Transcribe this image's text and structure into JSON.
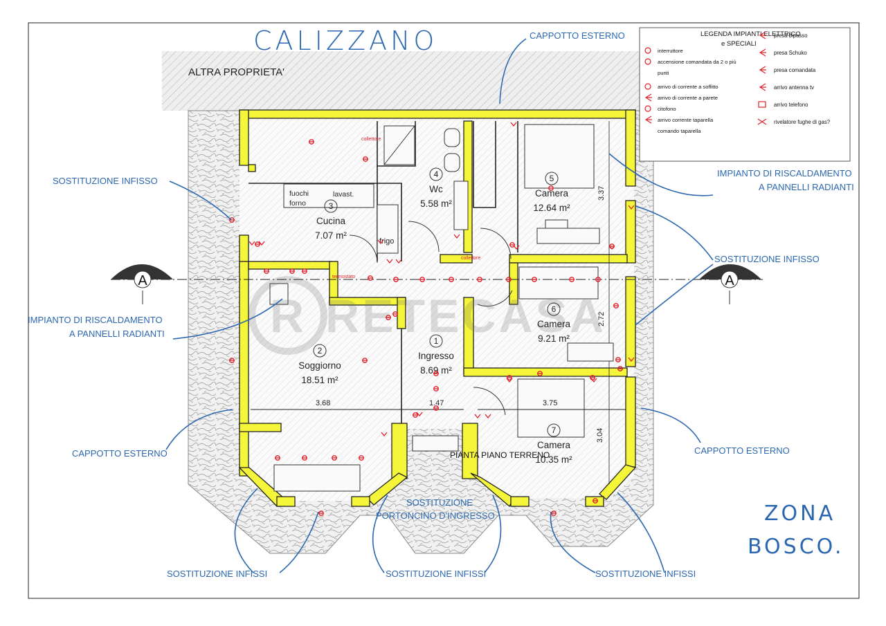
{
  "header": {
    "town": "CALIZZANO",
    "neighbor": "ALTRA PROPRIETA'",
    "zone_line1": "ZONA",
    "zone_line2": "BOSCO."
  },
  "plan_title": "PIANTA PIANO TERRENO",
  "watermark": "RETECASA",
  "section_marker": "A",
  "colors": {
    "wall_fill": "#f5f53a",
    "annotation": "#2b67b0",
    "electric": "#e0202a"
  },
  "legend": {
    "title_line1": "LEGENDA IMPIANTI ELETTRICO",
    "title_line2": "e SPECIALI",
    "left_items": [
      {
        "icon": "switch-icon",
        "label": "interruttore"
      },
      {
        "icon": "multi-switch-icon",
        "label": "accensione comandata da 2 o più"
      },
      {
        "icon": "",
        "label": "punti"
      },
      {
        "icon": "ceiling-outlet-icon",
        "label": "arrivo di corrente a soffitto"
      },
      {
        "icon": "wall-outlet-icon",
        "label": "arrivo di corrente a parete"
      },
      {
        "icon": "intercom-icon",
        "label": "citofono"
      },
      {
        "icon": "shutter-power-icon",
        "label": "arrivo corrente taparella"
      },
      {
        "icon": "",
        "label": "comando taparella"
      }
    ],
    "right_items": [
      {
        "icon": "bypass-socket-icon",
        "label": "presa bipasso"
      },
      {
        "icon": "schuko-socket-icon",
        "label": "presa Schuko"
      },
      {
        "icon": "controlled-socket-icon",
        "label": "presa comandata"
      },
      {
        "icon": "tv-antenna-icon",
        "label": "arrivo antenna tv"
      },
      {
        "icon": "phone-icon",
        "label": "arrivo telefono"
      },
      {
        "icon": "gas-detector-icon",
        "label": "rivelatore fughe di gas?"
      }
    ]
  },
  "rooms": [
    {
      "num": "1",
      "name": "Ingresso",
      "area": "8.69 m²"
    },
    {
      "num": "2",
      "name": "Soggiorno",
      "area": "18.51 m²"
    },
    {
      "num": "3",
      "name": "Cucina",
      "area": "7.07 m²"
    },
    {
      "num": "4",
      "name": "Wc",
      "area": "5.58 m²"
    },
    {
      "num": "5",
      "name": "Camera",
      "area": "12.64 m²"
    },
    {
      "num": "6",
      "name": "Camera",
      "area": "9.21 m²"
    },
    {
      "num": "7",
      "name": "Camera",
      "area": "10.35 m²"
    }
  ],
  "fixtures": {
    "stove_top": "fuochi",
    "stove_bottom": "forno",
    "sink": "lavast.",
    "fridge": "frigo",
    "collector_1": "collettore",
    "collector_2": "collettore",
    "thermostat": "termostato"
  },
  "dimensions": {
    "d1": "3.68",
    "d2": "1.47",
    "d3": "3.75",
    "d4": "3.37",
    "d5": "2.72",
    "d6": "3.04"
  },
  "annotations": {
    "cappotto_top": "CAPPOTTO ESTERNO",
    "sostituzione_infisso_left": "SOSTITUZIONE INFISSO",
    "riscaldamento_right_1": "IMPIANTO DI RISCALDAMENTO",
    "riscaldamento_right_2": "A PANNELLI RADIANTI",
    "sostituzione_infisso_right": "SOSTITUZIONE INFISSO",
    "riscaldamento_left_1": "IMPIANTO DI RISCALDAMENTO",
    "riscaldamento_left_2": "A PANNELLI RADIANTI",
    "cappotto_left": "CAPPOTTO ESTERNO",
    "cappotto_right": "CAPPOTTO ESTERNO",
    "portoncino_1": "SOSTITUZIONE",
    "portoncino_2": "PORTONCINO D'INGRESSO",
    "infissi_1": "SOSTITUZIONE INFISSI",
    "infissi_2": "SOSTITUZIONE INFISSI",
    "infissi_3": "SOSTITUZIONE INFISSI"
  }
}
